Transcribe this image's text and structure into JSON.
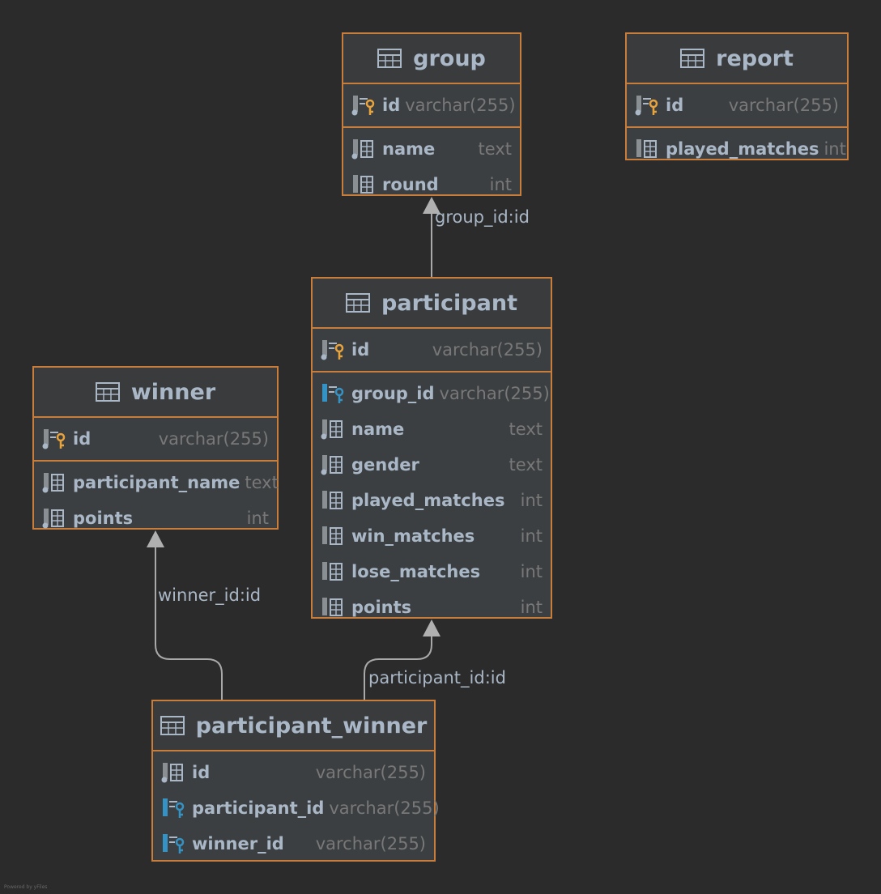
{
  "colors": {
    "background": "#2b2b2b",
    "table_fill": "#3c3f41",
    "table_border": "#c87d3a",
    "text": "#a9b7c6",
    "type_text": "#787878",
    "primary_key": "#e8a33d",
    "foreign_key": "#3592c4",
    "edge": "#a9a9a9"
  },
  "tables": {
    "group": {
      "title": "group",
      "pk": [
        {
          "name": "id",
          "type": "varchar(255)",
          "icon": "primary-key-icon"
        }
      ],
      "columns": [
        {
          "name": "name",
          "type": "text",
          "icon": "not-null-column-icon"
        },
        {
          "name": "round",
          "type": "int",
          "icon": "column-icon"
        }
      ]
    },
    "report": {
      "title": "report",
      "pk": [
        {
          "name": "id",
          "type": "varchar(255)",
          "icon": "primary-key-icon"
        }
      ],
      "columns": [
        {
          "name": "played_matches",
          "type": "int",
          "icon": "column-icon"
        }
      ]
    },
    "participant": {
      "title": "participant",
      "pk": [
        {
          "name": "id",
          "type": "varchar(255)",
          "icon": "primary-key-icon"
        }
      ],
      "columns": [
        {
          "name": "group_id",
          "type": "varchar(255)",
          "icon": "foreign-key-icon"
        },
        {
          "name": "name",
          "type": "text",
          "icon": "not-null-column-icon"
        },
        {
          "name": "gender",
          "type": "text",
          "icon": "not-null-column-icon"
        },
        {
          "name": "played_matches",
          "type": "int",
          "icon": "column-icon"
        },
        {
          "name": "win_matches",
          "type": "int",
          "icon": "column-icon"
        },
        {
          "name": "lose_matches",
          "type": "int",
          "icon": "column-icon"
        },
        {
          "name": "points",
          "type": "int",
          "icon": "column-icon"
        }
      ]
    },
    "winner": {
      "title": "winner",
      "pk": [
        {
          "name": "id",
          "type": "varchar(255)",
          "icon": "primary-key-icon"
        }
      ],
      "columns": [
        {
          "name": "participant_name",
          "type": "text",
          "icon": "not-null-column-icon"
        },
        {
          "name": "points",
          "type": "int",
          "icon": "not-null-column-icon"
        }
      ]
    },
    "participant_winner": {
      "title": "participant_winner",
      "columns": [
        {
          "name": "id",
          "type": "varchar(255)",
          "icon": "not-null-column-icon"
        },
        {
          "name": "participant_id",
          "type": "varchar(255)",
          "icon": "foreign-key-icon"
        },
        {
          "name": "winner_id",
          "type": "varchar(255)",
          "icon": "foreign-key-icon"
        }
      ]
    }
  },
  "relations": {
    "participant_group": "group_id:id",
    "participant_winner_winner": "winner_id:id",
    "participant_winner_participant": "participant_id:id"
  },
  "watermark": "Powered by yFiles"
}
